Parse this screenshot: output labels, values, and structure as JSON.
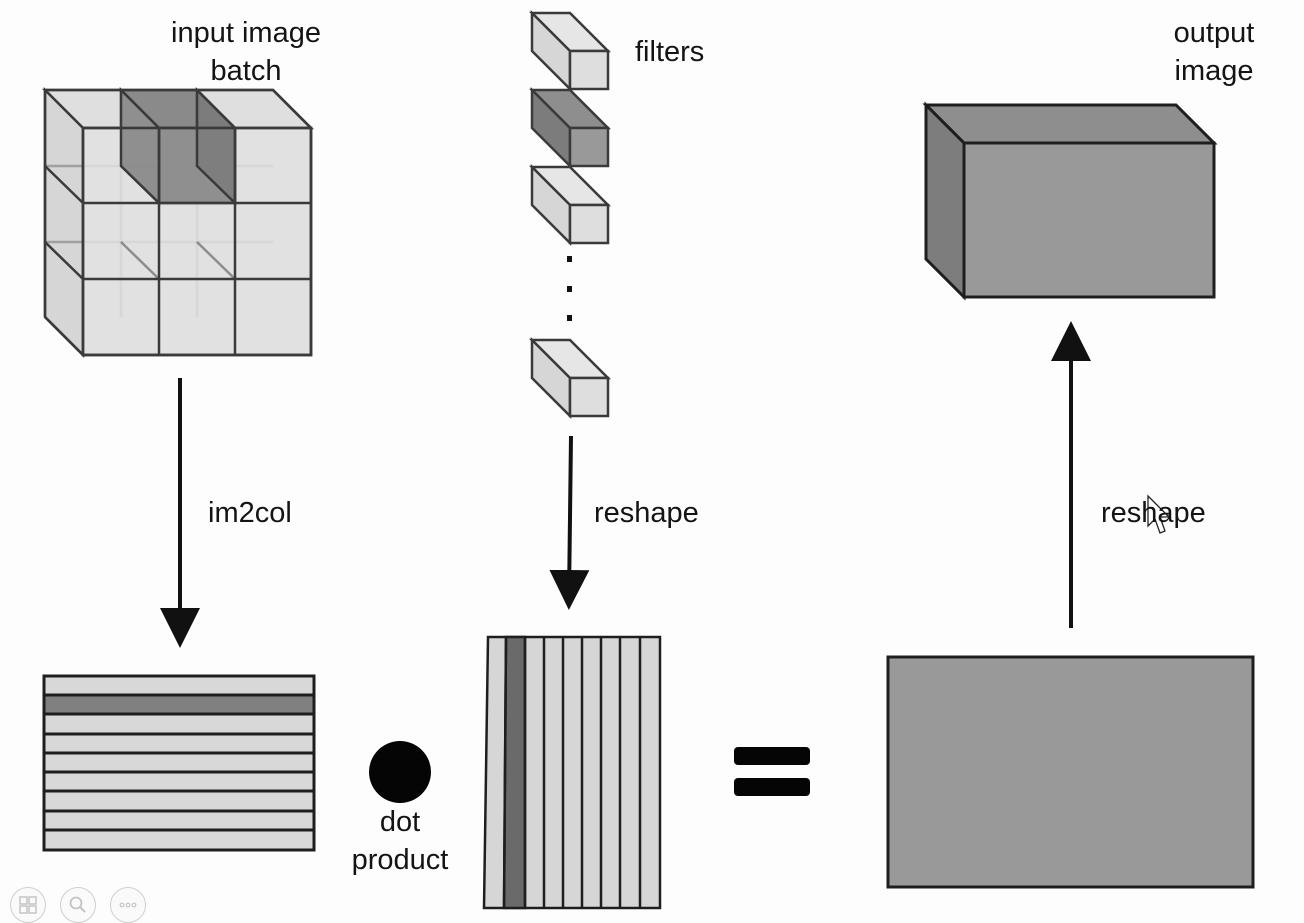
{
  "labels": {
    "input_image_batch_line1": "input image",
    "input_image_batch_line2": "batch",
    "filters": "filters",
    "output_image_line1": "output",
    "output_image_line2": "image",
    "im2col": "im2col",
    "reshape_filters": "reshape",
    "reshape_output": "reshape",
    "dot_product_line1": "dot",
    "dot_product_line2": "product"
  },
  "colors": {
    "light_gray": "#dddddd",
    "medium_gray": "#9b9b9b",
    "dark_gray": "#808080",
    "stroke": "#222222",
    "background": "#fdfdfd"
  },
  "icons": {
    "ellipsis": "vertical-dots",
    "operator_dot": "filled-circle",
    "operator_equals": "equals-sign",
    "viewer_controls": [
      "slides-icon",
      "zoom-icon",
      "more-icon"
    ]
  },
  "structure": {
    "input_grid": "3x3 cube stack, top-middle highlighted",
    "filter_count_shown": 4,
    "im2col_rows": 9,
    "highlighted_row_index": 1,
    "reshaped_filter_columns": 9,
    "highlighted_column_index": 1
  }
}
